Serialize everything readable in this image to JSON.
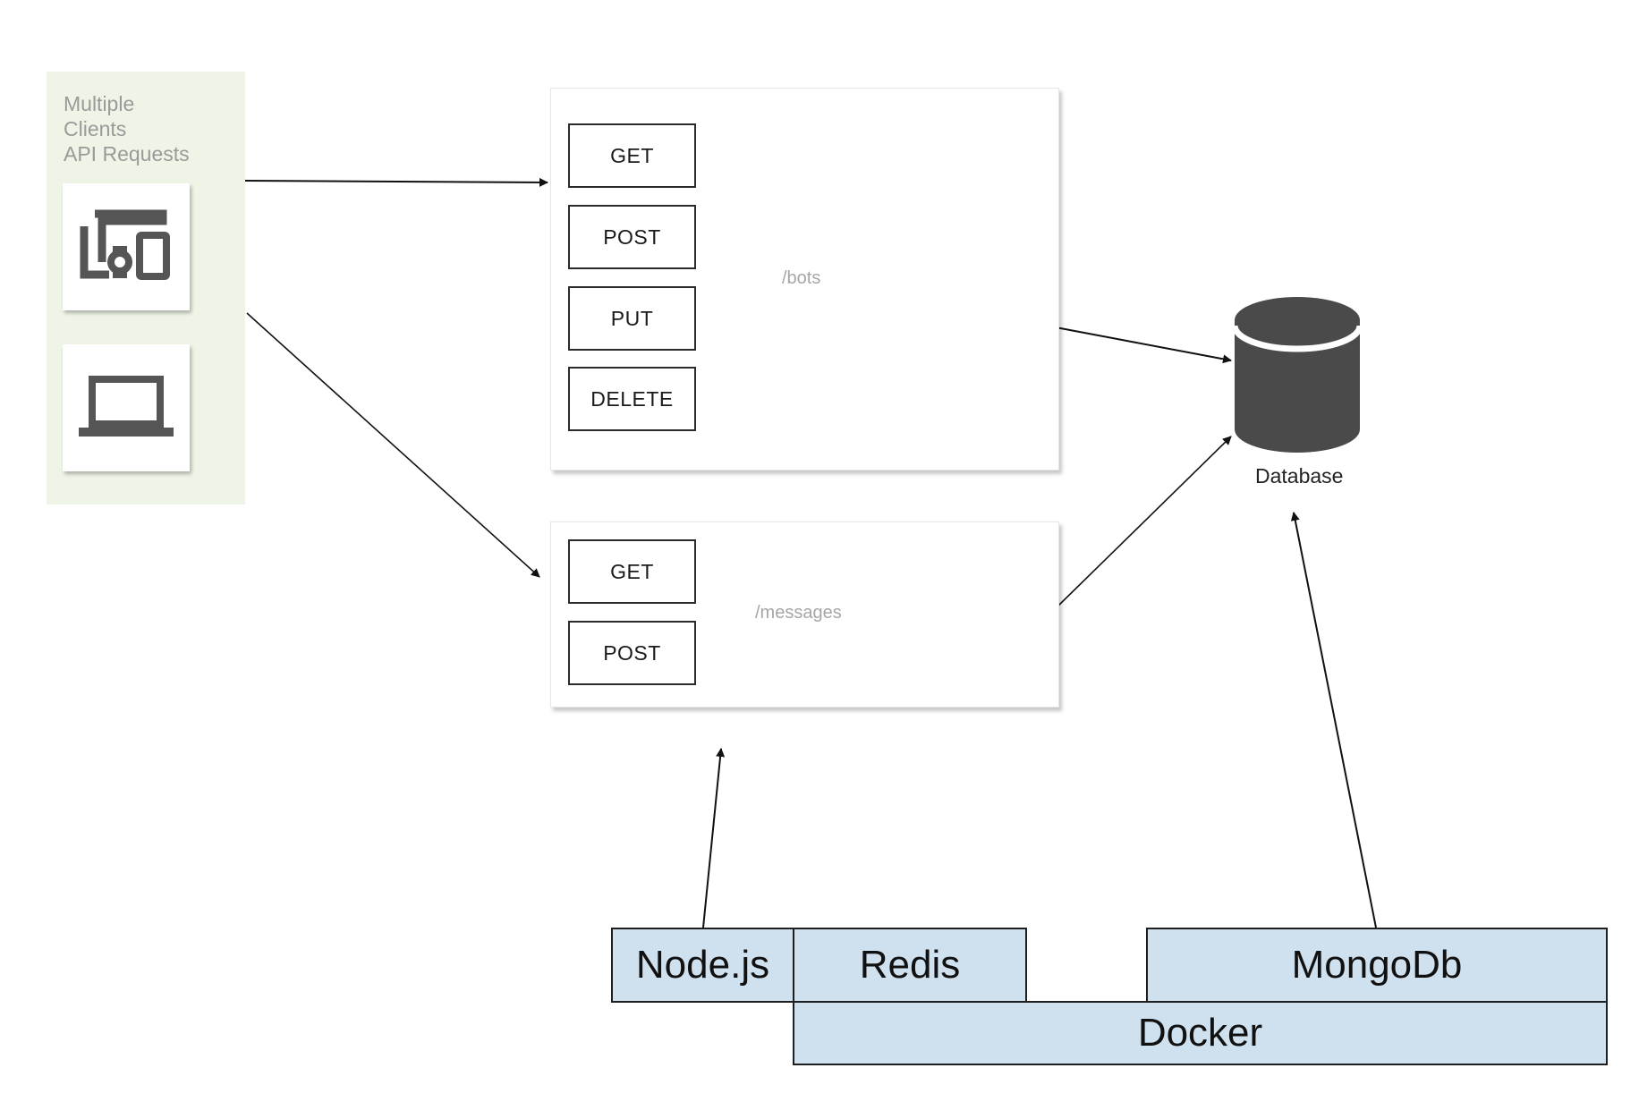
{
  "clients": {
    "title_lines": [
      "Multiple",
      "Clients",
      "API Requests"
    ],
    "devices": [
      {
        "icon": "devices-icon"
      },
      {
        "icon": "laptop-icon"
      }
    ]
  },
  "endpoints": {
    "bots": {
      "path": "/bots",
      "methods": [
        "GET",
        "POST",
        "PUT",
        "DELETE"
      ]
    },
    "messages": {
      "path": "/messages",
      "methods": [
        "GET",
        "POST"
      ]
    }
  },
  "database": {
    "label": "Database",
    "icon": "database-icon"
  },
  "stack": {
    "nodejs": "Node.js",
    "redis": "Redis",
    "mongodb": "MongoDb",
    "docker": "Docker"
  },
  "colors": {
    "clients_panel": "#eef5e6",
    "stack_fill": "#cfe0ef",
    "database_fill": "#4a4a4a"
  }
}
